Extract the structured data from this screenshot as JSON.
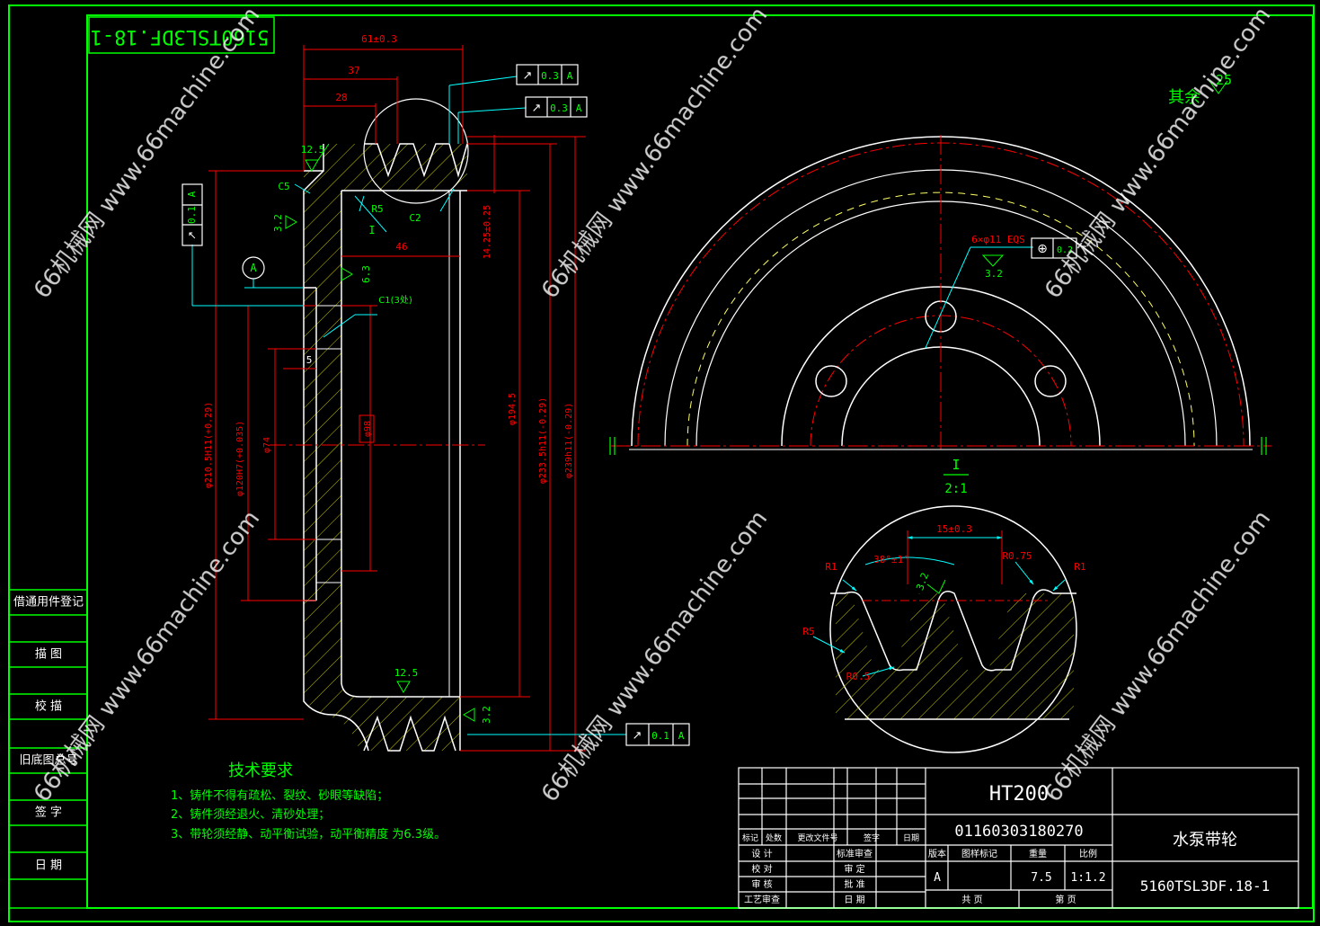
{
  "title_block": {
    "material": "HT200",
    "drawing_code": "01160303180270",
    "part_name": "水泵带轮",
    "drawing_number": "5160TSL3DF.18-1",
    "header_labels": [
      "标记",
      "处数",
      "更改文件号",
      "签字",
      "日期"
    ],
    "row_labels": [
      "设 计",
      "校 对",
      "审 核",
      "工艺审查"
    ],
    "mid_labels": [
      "标准审查",
      "审 定",
      "批 准",
      "日 期"
    ],
    "version_label": "版本",
    "marking_label": "图样标记",
    "weight_label": "重量",
    "scale_label": "比例",
    "marking_value": "A",
    "weight_value": "7.5",
    "scale_value": "1:1.2",
    "total_sheets_label": "共   页",
    "sheet_label": "第   页"
  },
  "rotated_code": "5160TSL3DF.18-1",
  "side_stamps": [
    "借通用件登记",
    "描  图",
    "校  描",
    "旧底图总号",
    "签  字",
    "日  期"
  ],
  "tech_requirements": {
    "heading": "技术要求",
    "items": [
      "1、铸件不得有疏松、裂纹、砂眼等缺陷；",
      "2、铸件须经退火、清砂处理；",
      "3、带轮须经静、动平衡试验，动平衡精度 为6.3级。"
    ]
  },
  "roughness_other": "其余",
  "roughness_other_value": "25",
  "section_view": {
    "dims": {
      "d61": "61±0.3",
      "d37": "37",
      "d28": "28",
      "d46": "46",
      "d5": "5",
      "d14": "14.25±0.25",
      "phi_outer": "φ239h11(-0.29)",
      "phi_233": "φ233.5h11(-0.29)",
      "phi_194": "φ194.5",
      "phi_210": "φ210.5H11(+0.29)",
      "phi_120": "φ120H7(+0.035)",
      "phi_74": "φ74",
      "phi_98": "φ98"
    },
    "labels": {
      "c5": "C5",
      "r5": "R5",
      "c2": "C2",
      "detail_ref": "I",
      "c1": "C1(3处)",
      "datum": "A",
      "rough_125": "12.5",
      "rough_32": "3.2",
      "rough_63": "6.3"
    },
    "tolerance_frames": [
      {
        "symbol": "↗",
        "value": "0.3",
        "datum": "A"
      },
      {
        "symbol": "↗",
        "value": "0.3",
        "datum": "A"
      },
      {
        "symbol": "↗",
        "value": "0.1",
        "datum": "A"
      },
      {
        "symbol": "↗",
        "value": "0.1",
        "datum": "A"
      }
    ]
  },
  "front_view": {
    "holes_label": "6×φ11 EQS",
    "rough": "3.2",
    "position_tol": "⊕",
    "position_value": "0.2"
  },
  "detail_view": {
    "label": "I",
    "scale": "2:1",
    "dims": {
      "width": "15±0.3",
      "angle": "38°±1°",
      "r1_left": "R1",
      "r1_right": "R1",
      "r075": "R0.75",
      "r5": "R5",
      "r05": "R0.5",
      "rough": "3.2"
    }
  },
  "watermark": "66机械网 www.66machine.com",
  "colors": {
    "border": "#00ff00",
    "outline": "#ffffff",
    "dimension": "#ff0000",
    "leader": "#00ffff",
    "hatch": "#ffff00",
    "center": "#ff0000",
    "dashed": "#ffff66",
    "watermark": "#ffffff"
  }
}
